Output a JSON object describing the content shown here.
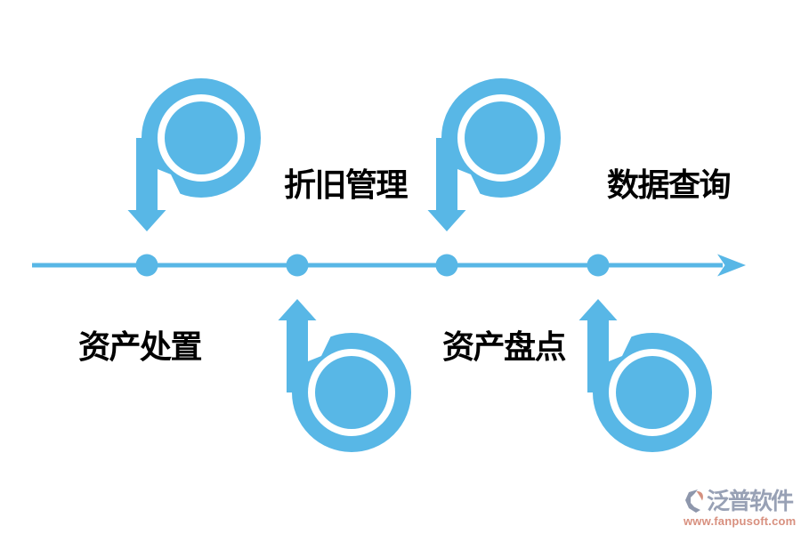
{
  "flow": {
    "direction": "left-to-right",
    "steps": [
      {
        "label": "资产处置",
        "swirl_position": "above-line",
        "swirl_shape": "p-loop-arrow-down",
        "label_position": "below-line"
      },
      {
        "label": "折旧管理",
        "swirl_position": "below-line",
        "swirl_shape": "b-loop-arrow-up",
        "label_position": "above-line"
      },
      {
        "label": "资产盘点",
        "swirl_position": "above-line",
        "swirl_shape": "p-loop-arrow-down",
        "label_position": "below-line"
      },
      {
        "label": "数据查询",
        "swirl_position": "below-line",
        "swirl_shape": "b-loop-arrow-up",
        "label_position": "above-line"
      }
    ]
  },
  "watermark": {
    "brand_name": "泛普软件",
    "url": "www.fanpusoft.com"
  },
  "colors": {
    "accent_blue": "#58b7e6",
    "label_text": "#000000",
    "watermark_brand": "#98a1b5",
    "watermark_url": "#d8907f",
    "background": "#ffffff"
  }
}
